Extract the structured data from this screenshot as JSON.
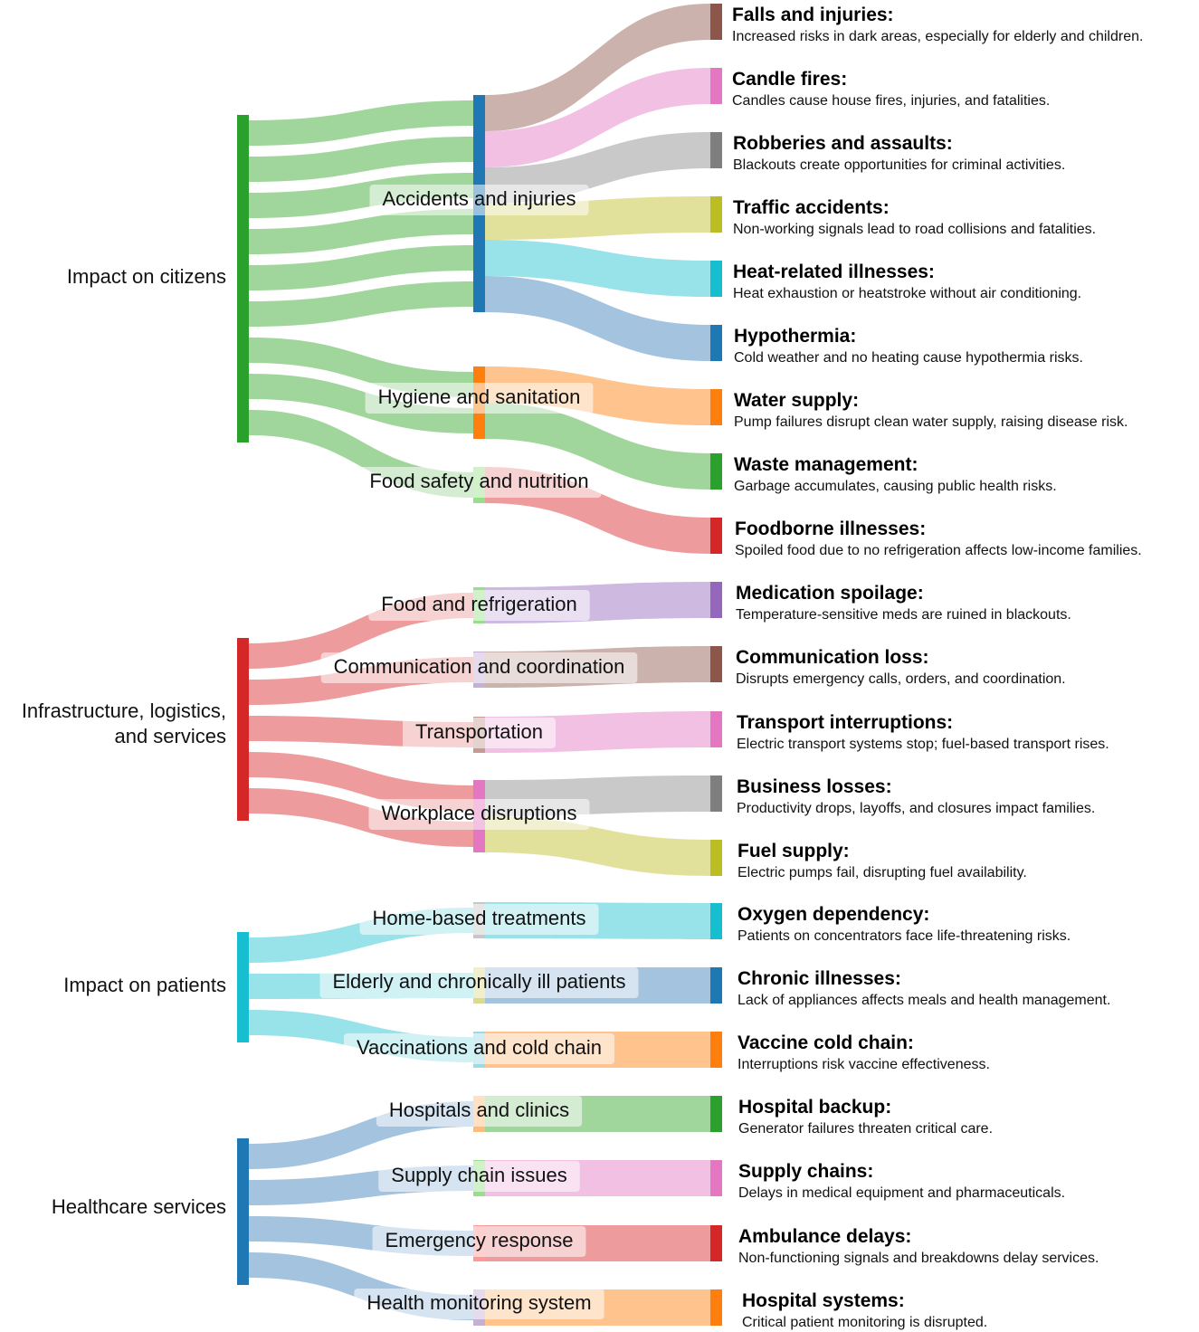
{
  "diagram": {
    "type": "sankey",
    "colors": {
      "green": "#2ca02c",
      "blue": "#1f77b4",
      "orange": "#ff7f0e",
      "red": "#d62728",
      "cyan": "#17becf",
      "brown": "#8c564b",
      "pink": "#e377c2",
      "gray": "#7f7f7f",
      "olive": "#bcbd22",
      "purple": "#9467bd",
      "lightgreen": "#98df8a",
      "lavender": "#c5b0d5",
      "tan": "#c49c94",
      "lightorange": "#ffbb78",
      "lightred": "#ff9896",
      "lightgray": "#c7c7c7",
      "khaki": "#dbdb8d"
    },
    "level1": [
      {
        "label": "Impact on citizens",
        "color": "#2ca02c"
      },
      {
        "label": "Infrastructure, logistics,",
        "label2": "and services",
        "color": "#d62728"
      },
      {
        "label": "Impact on patients",
        "color": "#17becf"
      },
      {
        "label": "Healthcare services",
        "color": "#1f77b4"
      }
    ],
    "level2": [
      {
        "label": "Accidents and injuries",
        "color": "#1f77b4"
      },
      {
        "label": "Hygiene and sanitation",
        "color": "#ff7f0e"
      },
      {
        "label": "Food safety and nutrition",
        "color": "#98df8a"
      },
      {
        "label": "Food and refrigeration",
        "color": "#98df8a"
      },
      {
        "label": "Communication and coordination",
        "color": "#c5b0d5"
      },
      {
        "label": "Transportation",
        "color": "#c49c94"
      },
      {
        "label": "Workplace disruptions",
        "color": "#e377c2"
      },
      {
        "label": "Home-based treatments",
        "color": "#c7c7c7"
      },
      {
        "label": "Elderly and chronically ill patients",
        "color": "#dbdb8d"
      },
      {
        "label": "Vaccinations and cold chain",
        "color": "#9edae5"
      },
      {
        "label": "Hospitals and clinics",
        "color": "#ffbb78"
      },
      {
        "label": "Supply chain issues",
        "color": "#98df8a"
      },
      {
        "label": "Emergency response",
        "color": "#ff9896"
      },
      {
        "label": "Health monitoring system",
        "color": "#c5b0d5"
      }
    ],
    "level3": [
      {
        "title": "Falls and injuries:",
        "desc": "Increased risks in dark areas, especially for elderly and children.",
        "color": "#8c564b"
      },
      {
        "title": "Candle fires:",
        "desc": "Candles cause house fires, injuries, and fatalities.",
        "color": "#e377c2"
      },
      {
        "title": "Robberies and assaults:",
        "desc": "Blackouts create opportunities for criminal activities.",
        "color": "#7f7f7f"
      },
      {
        "title": "Traffic accidents:",
        "desc": "Non-working signals lead to road collisions and fatalities.",
        "color": "#bcbd22"
      },
      {
        "title": "Heat-related illnesses:",
        "desc": "Heat exhaustion or heatstroke without air conditioning.",
        "color": "#17becf"
      },
      {
        "title": "Hypothermia:",
        "desc": "Cold weather and no heating cause hypothermia risks.",
        "color": "#1f77b4"
      },
      {
        "title": "Water supply:",
        "desc": "Pump failures disrupt clean water supply, raising disease risk.",
        "color": "#ff7f0e"
      },
      {
        "title": "Waste management:",
        "desc": "Garbage accumulates, causing public health risks.",
        "color": "#2ca02c"
      },
      {
        "title": "Foodborne illnesses:",
        "desc": "Spoiled food due to no refrigeration affects low-income families.",
        "color": "#d62728"
      },
      {
        "title": "Medication spoilage:",
        "desc": "Temperature-sensitive meds are ruined in blackouts.",
        "color": "#9467bd"
      },
      {
        "title": "Communication loss:",
        "desc": "Disrupts emergency calls, orders, and coordination.",
        "color": "#8c564b"
      },
      {
        "title": "Transport interruptions:",
        "desc": "Electric transport systems stop; fuel-based transport rises.",
        "color": "#e377c2"
      },
      {
        "title": "Business losses:",
        "desc": "Productivity drops, layoffs, and closures impact families.",
        "color": "#7f7f7f"
      },
      {
        "title": "Fuel supply:",
        "desc": "Electric pumps fail, disrupting fuel availability.",
        "color": "#bcbd22"
      },
      {
        "title": "Oxygen dependency:",
        "desc": "Patients on concentrators face life-threatening risks.",
        "color": "#17becf"
      },
      {
        "title": "Chronic illnesses:",
        "desc": "Lack of appliances affects meals and health management.",
        "color": "#1f77b4"
      },
      {
        "title": "Vaccine cold chain:",
        "desc": "Interruptions risk vaccine effectiveness.",
        "color": "#ff7f0e"
      },
      {
        "title": "Hospital backup:",
        "desc": "Generator failures threaten critical care.",
        "color": "#2ca02c"
      },
      {
        "title": "Supply chains:",
        "desc": "Delays in medical equipment and pharmaceuticals.",
        "color": "#e377c2"
      },
      {
        "title": "Ambulance delays:",
        "desc": "Non-functioning signals and breakdowns delay services.",
        "color": "#d62728"
      },
      {
        "title": "Hospital systems:",
        "desc": "Critical patient monitoring is disrupted.",
        "color": "#ff7f0e"
      }
    ],
    "links_1_2": [
      {
        "source": 0,
        "target": 0,
        "value": 6
      },
      {
        "source": 0,
        "target": 1,
        "value": 2
      },
      {
        "source": 0,
        "target": 2,
        "value": 1
      },
      {
        "source": 1,
        "target": 3,
        "value": 1
      },
      {
        "source": 1,
        "target": 4,
        "value": 1
      },
      {
        "source": 1,
        "target": 5,
        "value": 1
      },
      {
        "source": 1,
        "target": 6,
        "value": 2
      },
      {
        "source": 2,
        "target": 7,
        "value": 1
      },
      {
        "source": 2,
        "target": 8,
        "value": 1
      },
      {
        "source": 2,
        "target": 9,
        "value": 1
      },
      {
        "source": 3,
        "target": 10,
        "value": 1
      },
      {
        "source": 3,
        "target": 11,
        "value": 1
      },
      {
        "source": 3,
        "target": 12,
        "value": 1
      },
      {
        "source": 3,
        "target": 13,
        "value": 1
      }
    ],
    "links_2_3": [
      {
        "source": 0,
        "target": 0,
        "value": 1
      },
      {
        "source": 0,
        "target": 1,
        "value": 1
      },
      {
        "source": 0,
        "target": 2,
        "value": 1
      },
      {
        "source": 0,
        "target": 3,
        "value": 1
      },
      {
        "source": 0,
        "target": 4,
        "value": 1
      },
      {
        "source": 0,
        "target": 5,
        "value": 1
      },
      {
        "source": 1,
        "target": 6,
        "value": 1
      },
      {
        "source": 1,
        "target": 7,
        "value": 1
      },
      {
        "source": 2,
        "target": 8,
        "value": 1
      },
      {
        "source": 3,
        "target": 9,
        "value": 1
      },
      {
        "source": 4,
        "target": 10,
        "value": 1
      },
      {
        "source": 5,
        "target": 11,
        "value": 1
      },
      {
        "source": 6,
        "target": 12,
        "value": 1
      },
      {
        "source": 6,
        "target": 13,
        "value": 1
      },
      {
        "source": 7,
        "target": 14,
        "value": 1
      },
      {
        "source": 8,
        "target": 15,
        "value": 1
      },
      {
        "source": 9,
        "target": 16,
        "value": 1
      },
      {
        "source": 10,
        "target": 17,
        "value": 1
      },
      {
        "source": 11,
        "target": 18,
        "value": 1
      },
      {
        "source": 12,
        "target": 19,
        "value": 1
      },
      {
        "source": 13,
        "target": 20,
        "value": 1
      }
    ]
  }
}
